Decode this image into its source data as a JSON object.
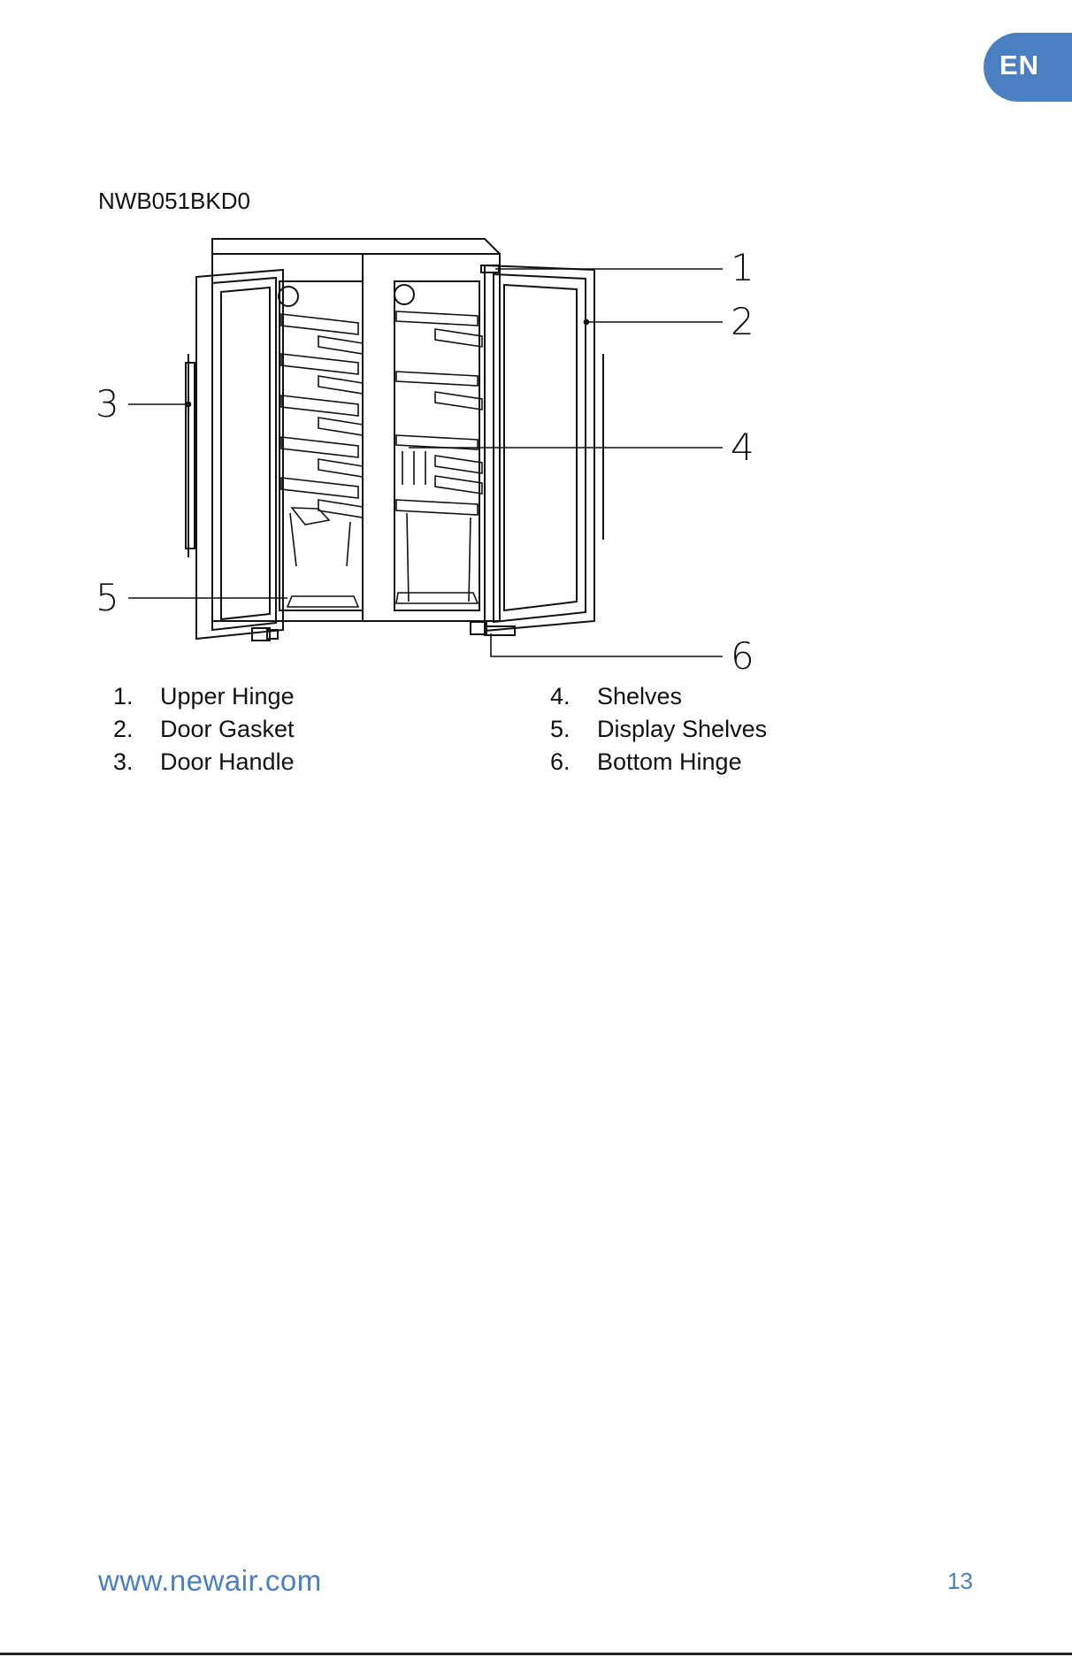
{
  "language_tab": "EN",
  "model": "NWB051BKD0",
  "callouts": [
    "1",
    "2",
    "3",
    "4",
    "5",
    "6"
  ],
  "legend": [
    {
      "num": "1.",
      "label": "Upper Hinge"
    },
    {
      "num": "2.",
      "label": "Door Gasket"
    },
    {
      "num": "3.",
      "label": "Door Handle"
    },
    {
      "num": "4.",
      "label": "Shelves"
    },
    {
      "num": "5.",
      "label": "Display Shelves"
    },
    {
      "num": "6.",
      "label": "Bottom Hinge"
    }
  ],
  "footer": {
    "url": "www.newair.com",
    "page_number": "13"
  },
  "colors": {
    "accent": "#4a7fc1",
    "line": "#111111"
  }
}
